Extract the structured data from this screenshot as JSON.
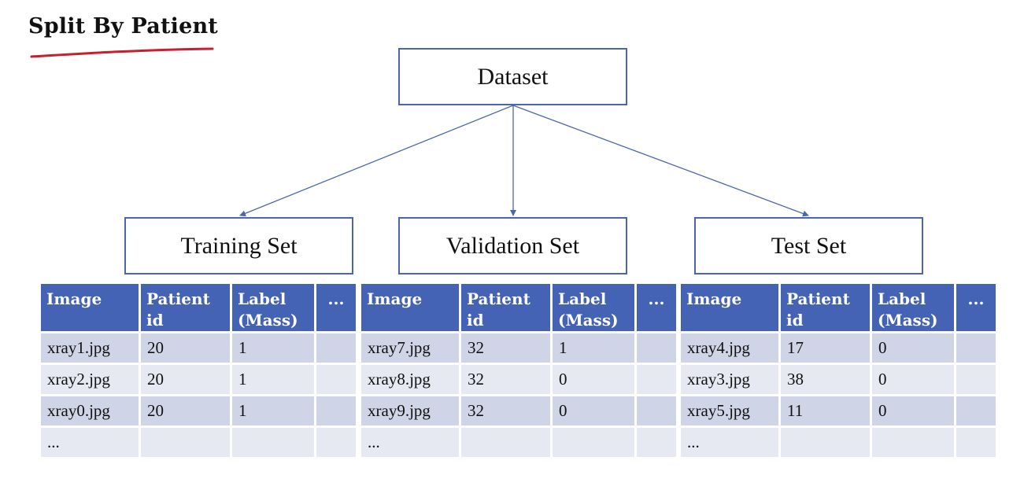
{
  "title": "Split By Patient",
  "colors": {
    "accent": "#4463b4",
    "box_border": "#4a66ad",
    "underline": "#c81e2d",
    "row_dark": "#cfd4e6",
    "row_light": "#e7e9f2"
  },
  "root": {
    "label": "Dataset"
  },
  "splits": [
    {
      "label": "Training Set",
      "headers": [
        "Image",
        "Patient id",
        "Label (Mass)",
        "..."
      ],
      "rows": [
        [
          "xray1.jpg",
          "20",
          "1",
          ""
        ],
        [
          "xray2.jpg",
          "20",
          "1",
          ""
        ],
        [
          "xray0.jpg",
          "20",
          "1",
          ""
        ],
        [
          "...",
          "",
          "",
          ""
        ]
      ]
    },
    {
      "label": "Validation Set",
      "headers": [
        "Image",
        "Patient id",
        "Label (Mass)",
        "..."
      ],
      "rows": [
        [
          "xray7.jpg",
          "32",
          "1",
          ""
        ],
        [
          "xray8.jpg",
          "32",
          "0",
          ""
        ],
        [
          "xray9.jpg",
          "32",
          "0",
          ""
        ],
        [
          "...",
          "",
          "",
          ""
        ]
      ]
    },
    {
      "label": "Test Set",
      "headers": [
        "Image",
        "Patient id",
        "Label (Mass)",
        "..."
      ],
      "rows": [
        [
          "xray4.jpg",
          "17",
          "0",
          ""
        ],
        [
          "xray3.jpg",
          "38",
          "0",
          ""
        ],
        [
          "xray5.jpg",
          "11",
          "0",
          ""
        ],
        [
          "...",
          "",
          "",
          ""
        ]
      ]
    }
  ]
}
